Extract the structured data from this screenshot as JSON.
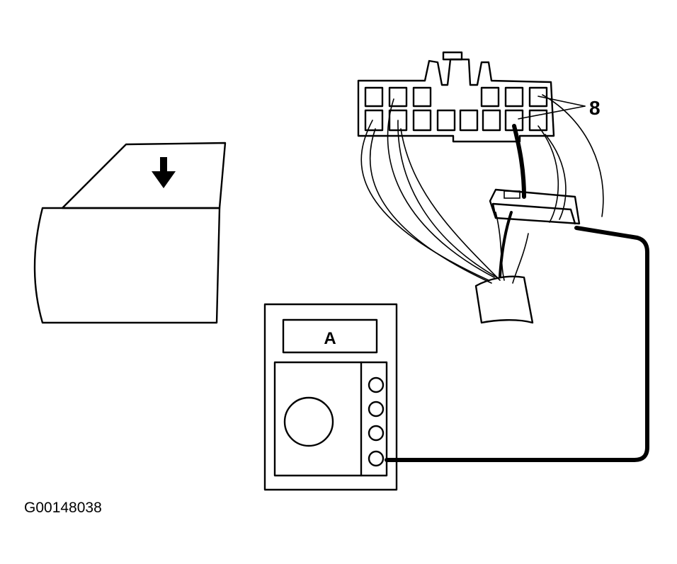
{
  "figure": {
    "connector_callout": "8",
    "meter_display": "A",
    "image_code": "G00148038"
  },
  "colors": {
    "ink": "#000000",
    "paper": "#ffffff"
  },
  "icons": {
    "window_direction": "down-arrow-icon"
  }
}
